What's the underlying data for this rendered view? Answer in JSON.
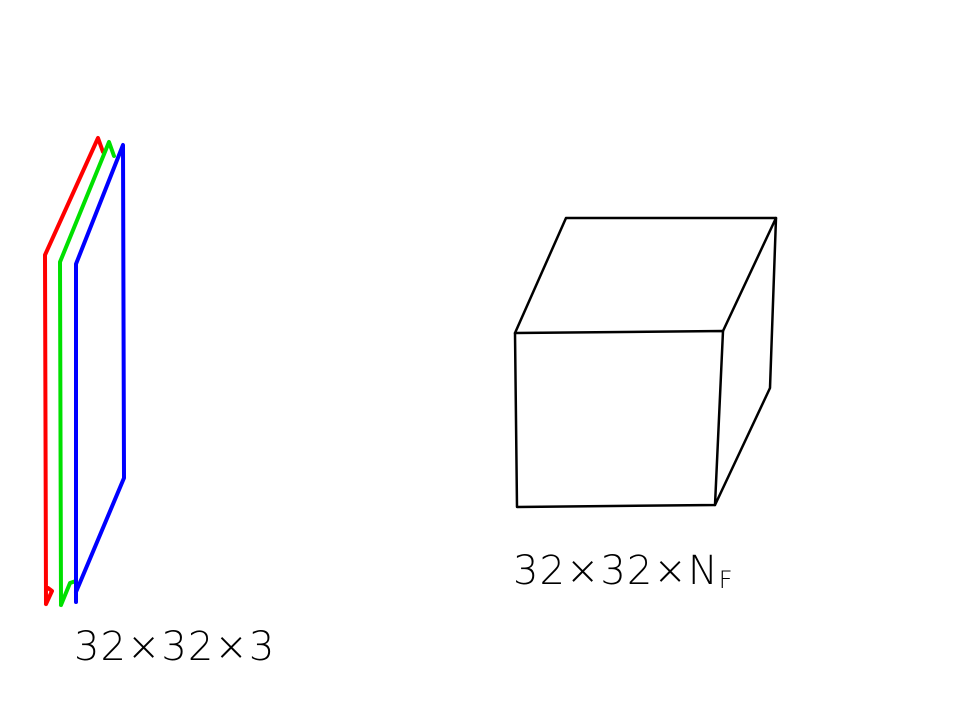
{
  "input_volume": {
    "label": "32×32×3",
    "channel_colors": [
      "#ff0000",
      "#00e000",
      "#0000ff"
    ]
  },
  "output_volume": {
    "label_main": "32×32×N",
    "label_sub": "F"
  }
}
